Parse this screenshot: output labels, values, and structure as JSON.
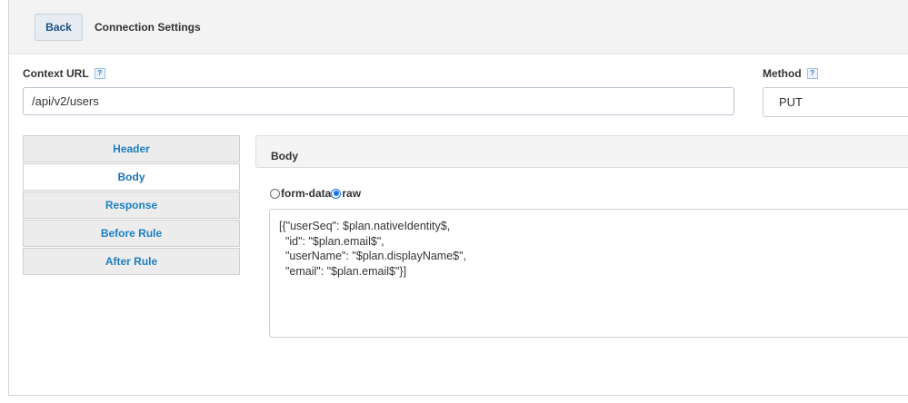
{
  "header": {
    "back_label": "Back",
    "title": "Connection Settings"
  },
  "context_url": {
    "label": "Context URL",
    "help": "?",
    "value": "/api/v2/users"
  },
  "method": {
    "label": "Method",
    "help": "?",
    "value": "PUT"
  },
  "tabs": [
    {
      "label": "Header",
      "active": false
    },
    {
      "label": "Body",
      "active": true
    },
    {
      "label": "Response",
      "active": false
    },
    {
      "label": "Before Rule",
      "active": false
    },
    {
      "label": "After Rule",
      "active": false
    }
  ],
  "panel": {
    "title": "Body",
    "options": [
      {
        "label": "form-data",
        "checked": false
      },
      {
        "label": "raw",
        "checked": true
      }
    ],
    "body_text": "[{\"userSeq\": $plan.nativeIdentity$,\n  \"id\": \"$plan.email$\",\n  \"userName\": \"$plan.displayName$\",\n  \"email\": \"$plan.email$\"}]"
  },
  "colors": {
    "accent": "#1d7fc2",
    "back_button_bg": "#e6ecf1",
    "topbar_bg": "#f3f3f3",
    "radio_checked": "#1a73e8"
  }
}
